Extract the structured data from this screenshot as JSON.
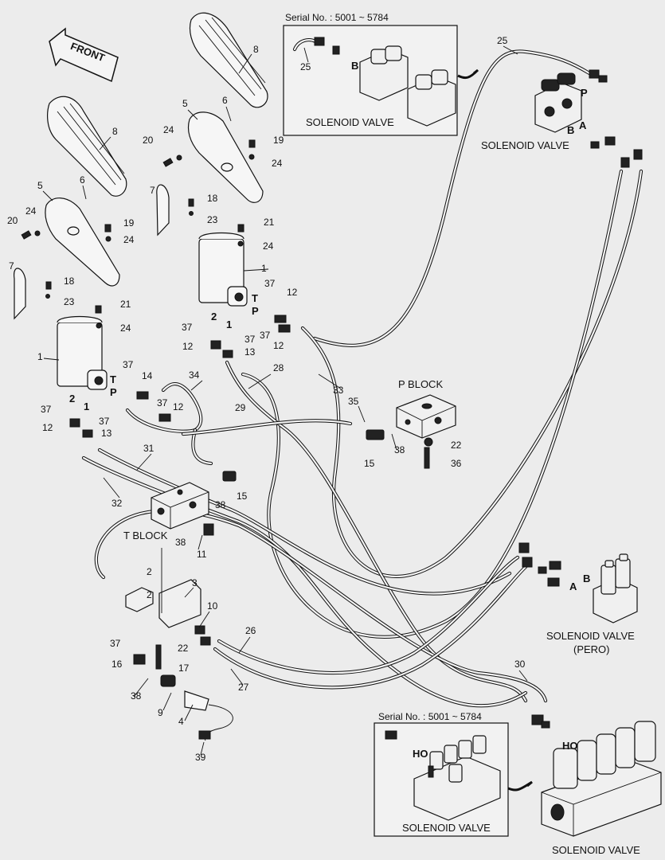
{
  "diagram": {
    "front_label": "FRONT",
    "serial_top": "Serial No. : 5001 ~ 5784",
    "serial_bottom": "Serial No. : 5001 ~ 5784",
    "inset_top_valve": "SOLENOID VALVE",
    "inset_bottom_valve": "SOLENOID VALVE",
    "valve_right_top": "SOLENOID VALVE",
    "valve_pero_line1": "SOLENOID VALVE",
    "valve_pero_line2": "(PERO)",
    "valve_bottom_right": "SOLENOID VALVE",
    "p_block": "P BLOCK",
    "t_block": "T BLOCK",
    "port_labels": {
      "T": "T",
      "P": "P",
      "A": "A",
      "B": "B",
      "HO": "HO",
      "two": "2",
      "one": "1"
    },
    "callouts": {
      "c1": "1",
      "c2": "2",
      "c3": "3",
      "c4": "4",
      "c5": "5",
      "c6": "6",
      "c7": "7",
      "c8": "8",
      "c9": "9",
      "c10": "10",
      "c11": "11",
      "c12": "12",
      "c13": "13",
      "c14": "14",
      "c15": "15",
      "c16": "16",
      "c17": "17",
      "c18": "18",
      "c19": "19",
      "c20": "20",
      "c21": "21",
      "c22": "22",
      "c23": "23",
      "c24": "24",
      "c25": "25",
      "c26": "26",
      "c27": "27",
      "c28": "28",
      "c29": "29",
      "c30": "30",
      "c31": "31",
      "c32": "32",
      "c33": "33",
      "c34": "34",
      "c35": "35",
      "c36": "36",
      "c37": "37",
      "c38": "38",
      "c39": "39"
    }
  }
}
